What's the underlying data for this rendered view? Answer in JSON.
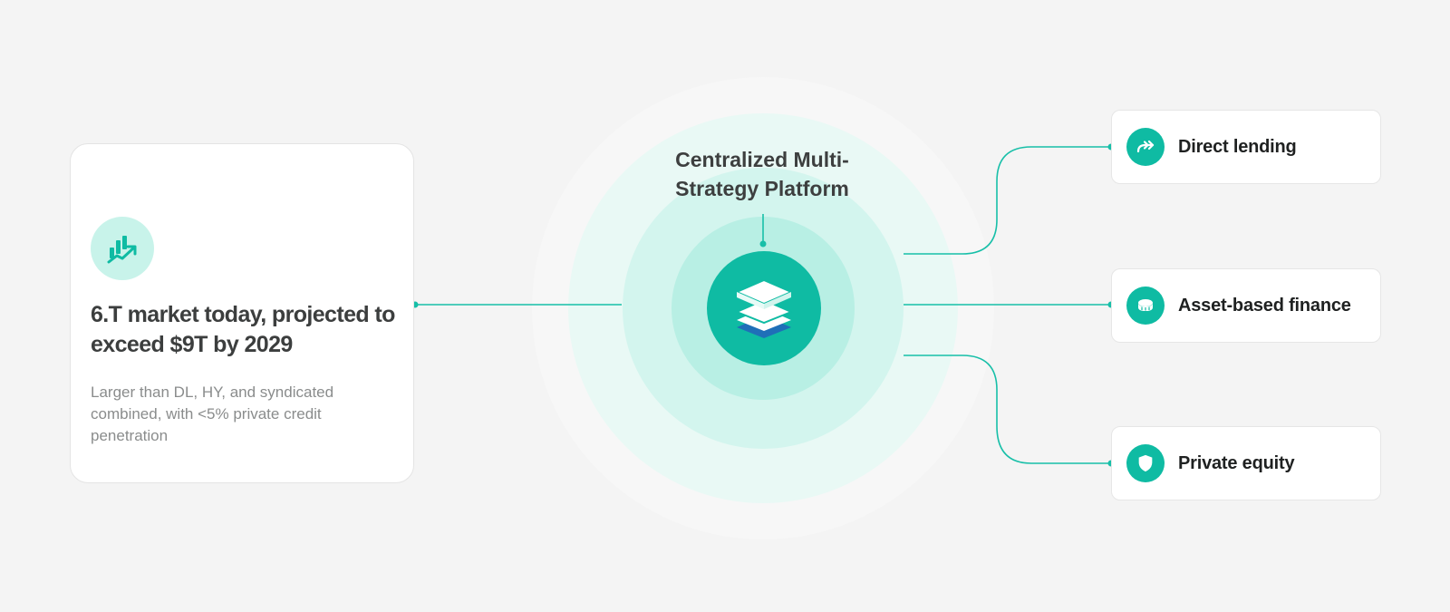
{
  "center": {
    "title": "Centralized Multi-\nStrategy Platform",
    "icon": "layers-icon"
  },
  "market_card": {
    "icon": "chart-trend-icon",
    "heading": "6.T market today, projected to exceed $9T by 2029",
    "body": "Larger than DL, HY, and syndicated combined, with <5% private credit penetration"
  },
  "strategies": [
    {
      "label": "Direct lending",
      "icon": "arrow-forward-icon"
    },
    {
      "label": "Asset-based finance",
      "icon": "coins-icon"
    },
    {
      "label": "Private equity",
      "icon": "shield-icon"
    }
  ],
  "colors": {
    "accent": "#0fbba3",
    "background": "#f4f4f4",
    "heading_text": "#3c3e3e",
    "body_text": "#8a8c8c"
  }
}
